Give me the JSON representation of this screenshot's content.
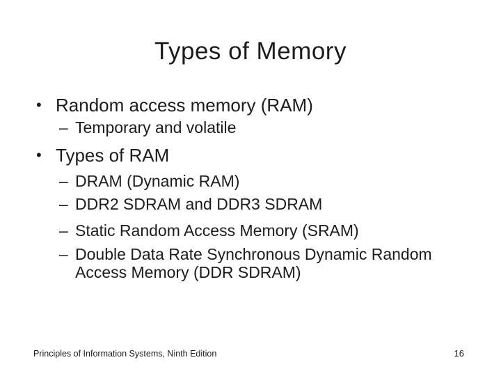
{
  "slide": {
    "title": "Types of Memory",
    "markers": {
      "level1": "•",
      "level2": "–"
    },
    "bullets": [
      {
        "level": 1,
        "text": "Random access memory (RAM)"
      },
      {
        "level": 2,
        "text": "Temporary and volatile"
      },
      {
        "level": 1,
        "text": "Types of RAM"
      },
      {
        "level": 2,
        "text": "DRAM (Dynamic RAM)"
      },
      {
        "level": 2,
        "text": "DDR2 SDRAM and DDR3 SDRAM"
      },
      {
        "level": 2,
        "text": "Static Random Access Memory (SRAM)"
      },
      {
        "level": 2,
        "text": "Double Data Rate Synchronous Dynamic Random Access Memory (DDR SDRAM)"
      }
    ],
    "footer": {
      "left_text": "Principles of Information Systems, Ninth Edition",
      "page_number": "16"
    },
    "colors": {
      "background": "#ffffff",
      "text": "#1c1c1c"
    }
  }
}
